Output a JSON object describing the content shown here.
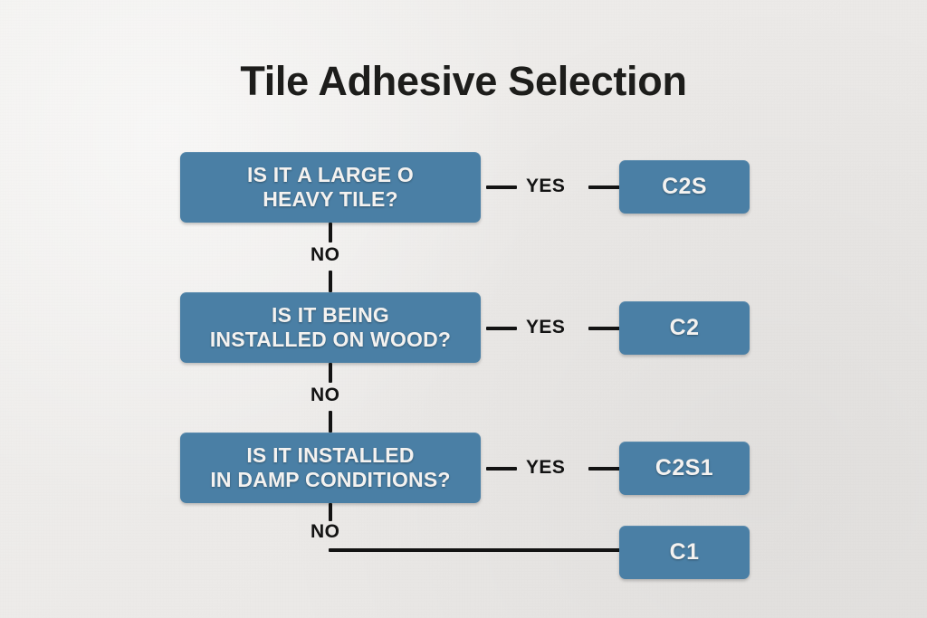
{
  "title": "Tile Adhesive Selection",
  "flowchart": {
    "type": "decision-tree",
    "decisions": [
      {
        "id": "q1",
        "line1": "IS IT A LARGE O",
        "line2": "HEAVY TILE?",
        "yes_label": "YES",
        "yes_result": "C2S",
        "no_label": "NO",
        "no_target": "q2"
      },
      {
        "id": "q2",
        "line1": "IS IT BEING",
        "line2": "INSTALLED ON WOOD?",
        "yes_label": "YES",
        "yes_result": "C2",
        "no_label": "NO",
        "no_target": "q3"
      },
      {
        "id": "q3",
        "line1": "IS IT INSTALLED",
        "line2": "IN DAMP CONDITIONS?",
        "yes_label": "YES",
        "yes_result": "C2S1",
        "no_label": "NO",
        "no_target": "r4"
      }
    ],
    "results": [
      {
        "id": "r1",
        "label": "C2S"
      },
      {
        "id": "r2",
        "label": "C2"
      },
      {
        "id": "r3",
        "label": "C2S1"
      },
      {
        "id": "r4",
        "label": "C1"
      }
    ]
  },
  "colors": {
    "node_fill": "#4a7fa5",
    "node_text": "#f4f2f0",
    "background": "#edecea",
    "connector": "#131313",
    "title_text": "#1d1d1b"
  }
}
